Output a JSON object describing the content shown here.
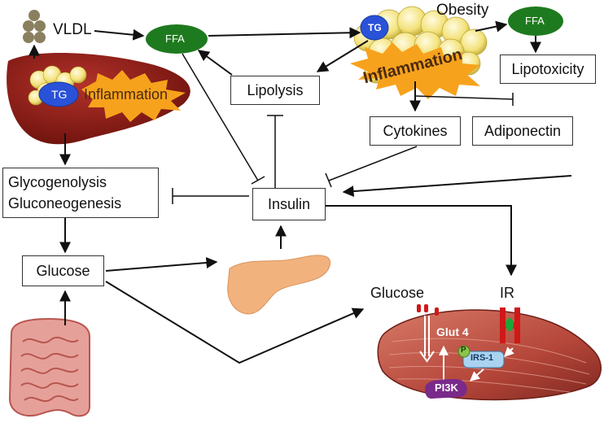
{
  "labels": {
    "vldl": "VLDL",
    "ffa_left": "FFA",
    "ffa_right": "FFA",
    "tg_liver": "TG",
    "tg_adipose": "TG",
    "obesity": "Obesity",
    "inflammation_liver": "Inflammation",
    "inflammation_adipose": "Inflammation",
    "lipotoxicity": "Lipotoxicity",
    "lipolysis": "Lipolysis",
    "cytokines": "Cytokines",
    "adiponectin": "Adiponectin",
    "glycogenolysis": "Glycogenolysis",
    "gluconeogenesis": "Gluconeogenesis",
    "insulin": "Insulin",
    "glucose_box": "Glucose",
    "glucose_muscle": "Glucose",
    "ir": "IR",
    "glut4": "Glut 4",
    "irs1": "IRS-1",
    "pi3k": "PI3K",
    "p": "P"
  },
  "colors": {
    "ffa_green": "#1e7a1e",
    "tg_blue": "#2a52d8",
    "liver_red": "#8b1a14",
    "fat_yellow": "#f3e27a",
    "burst_orange": "#f7a21c",
    "muscle": "#b5463a",
    "pancreas": "#f2b27e"
  },
  "icons": [
    "liver-icon",
    "adipose-tissue-icon",
    "pancreas-icon",
    "intestine-icon",
    "muscle-icon",
    "insulin-receptor-icon"
  ]
}
